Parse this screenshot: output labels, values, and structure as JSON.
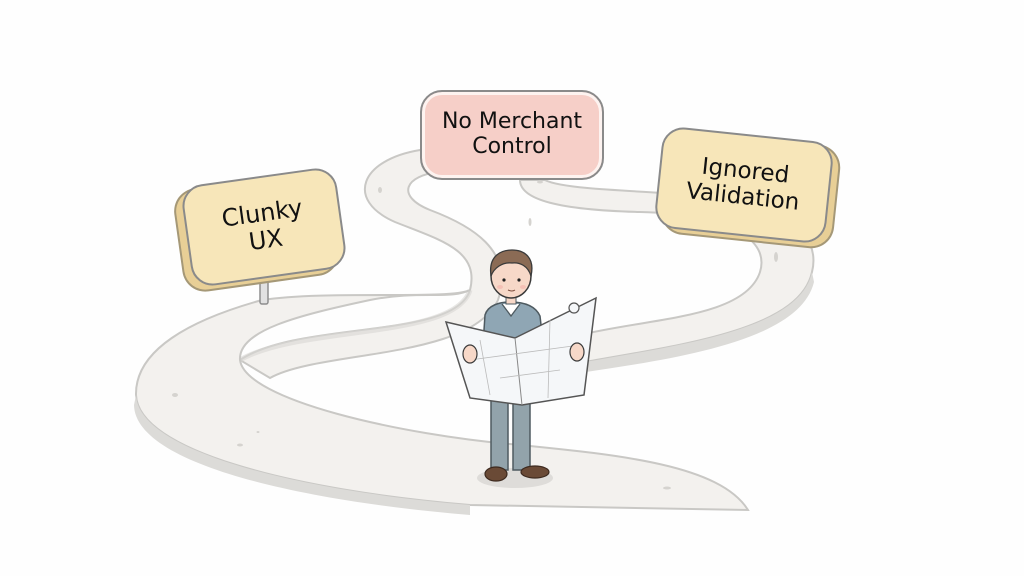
{
  "scene": {
    "description": "Person holding a map on a winding road with three warning signs",
    "background_color": "#fefefe",
    "road_color": "#f3f1ee",
    "road_edge_color": "#d9d8d6"
  },
  "signs": [
    {
      "line1": "Clunky",
      "line2": "UX",
      "color": "#f7e6b9"
    },
    {
      "line1": "No Merchant",
      "line2": "Control",
      "color": "#f6cfc8"
    },
    {
      "line1": "Ignored",
      "line2": "Validation",
      "color": "#f7e6b9"
    }
  ],
  "character": {
    "role": "person-reading-map",
    "shirt_color": "#8fa6b4",
    "pants_color": "#92a3ab",
    "hair_color": "#8b6b55",
    "shoe_color": "#6a4a36",
    "skin_color": "#f7d8c8"
  }
}
